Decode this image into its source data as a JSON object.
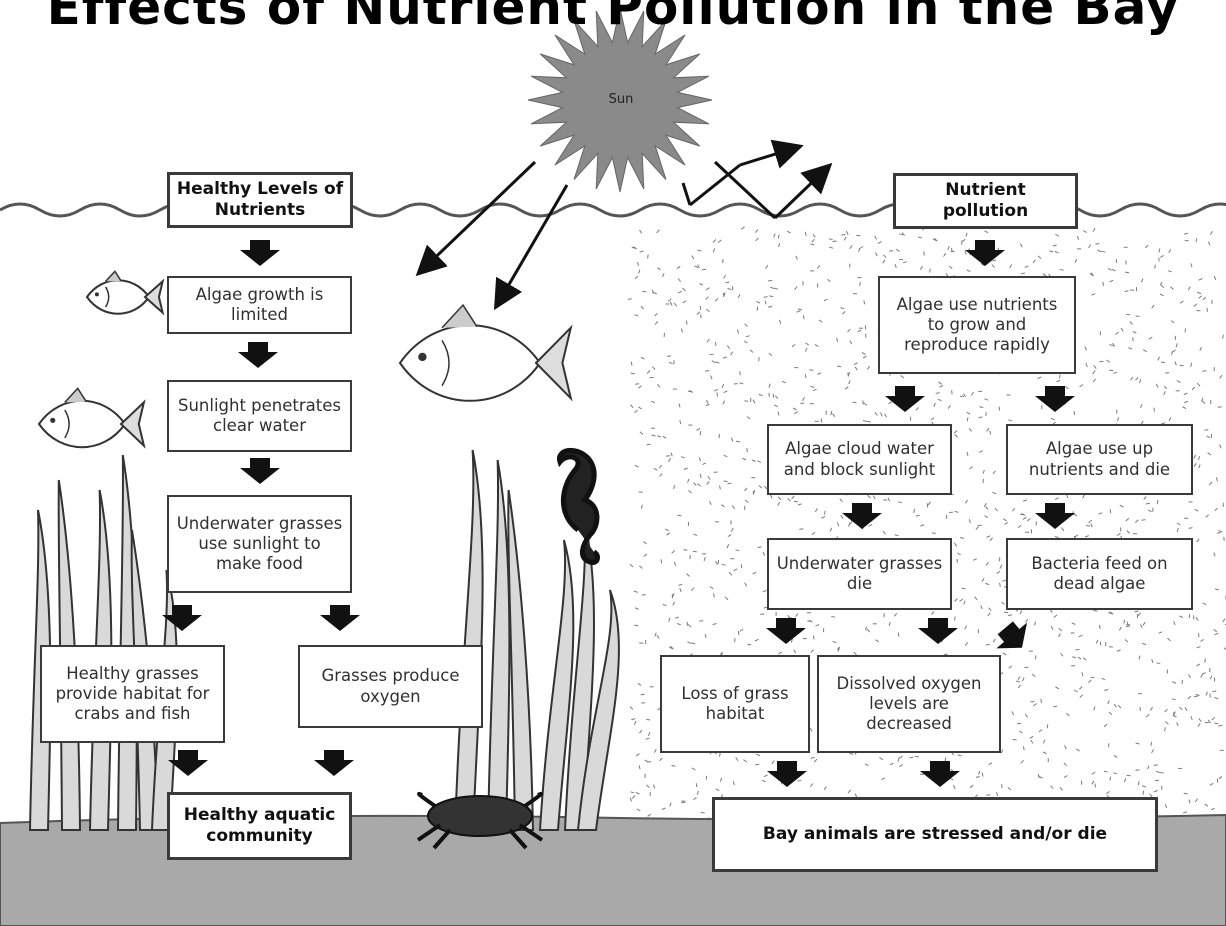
{
  "title": "Effects of Nutrient Pollution in the Bay",
  "sun_label": "Sun",
  "healthy_side": {
    "header": "Healthy Levels of Nutrients",
    "step1": "Algae growth is limited",
    "step2": "Sunlight penetrates clear water",
    "step3": "Underwater grasses use sunlight to make food",
    "branch_left": "Healthy grasses provide habitat for crabs and fish",
    "branch_right": "Grasses produce oxygen",
    "outcome": "Healthy aquatic community"
  },
  "polluted_side": {
    "header": "Nutrient pollution",
    "step1": "Algae use nutrients to grow and reproduce rapidly",
    "left_a": "Algae cloud water and block sunlight",
    "left_b": "Underwater grasses die",
    "right_a": "Algae use up nutrients and die",
    "right_b": "Bacteria feed on dead algae",
    "effect_left": "Loss of grass habitat",
    "effect_right": "Dissolved oxygen levels are decreased",
    "outcome": "Bay animals are stressed and/or die"
  },
  "illustrations": [
    "sun",
    "fish",
    "seagrass",
    "seahorse",
    "crab"
  ],
  "colors": {
    "water_surface": "#555555",
    "bottom": "#a9a9a9",
    "sun": "#8a8a8a",
    "box_border": "#3a3a3a"
  }
}
